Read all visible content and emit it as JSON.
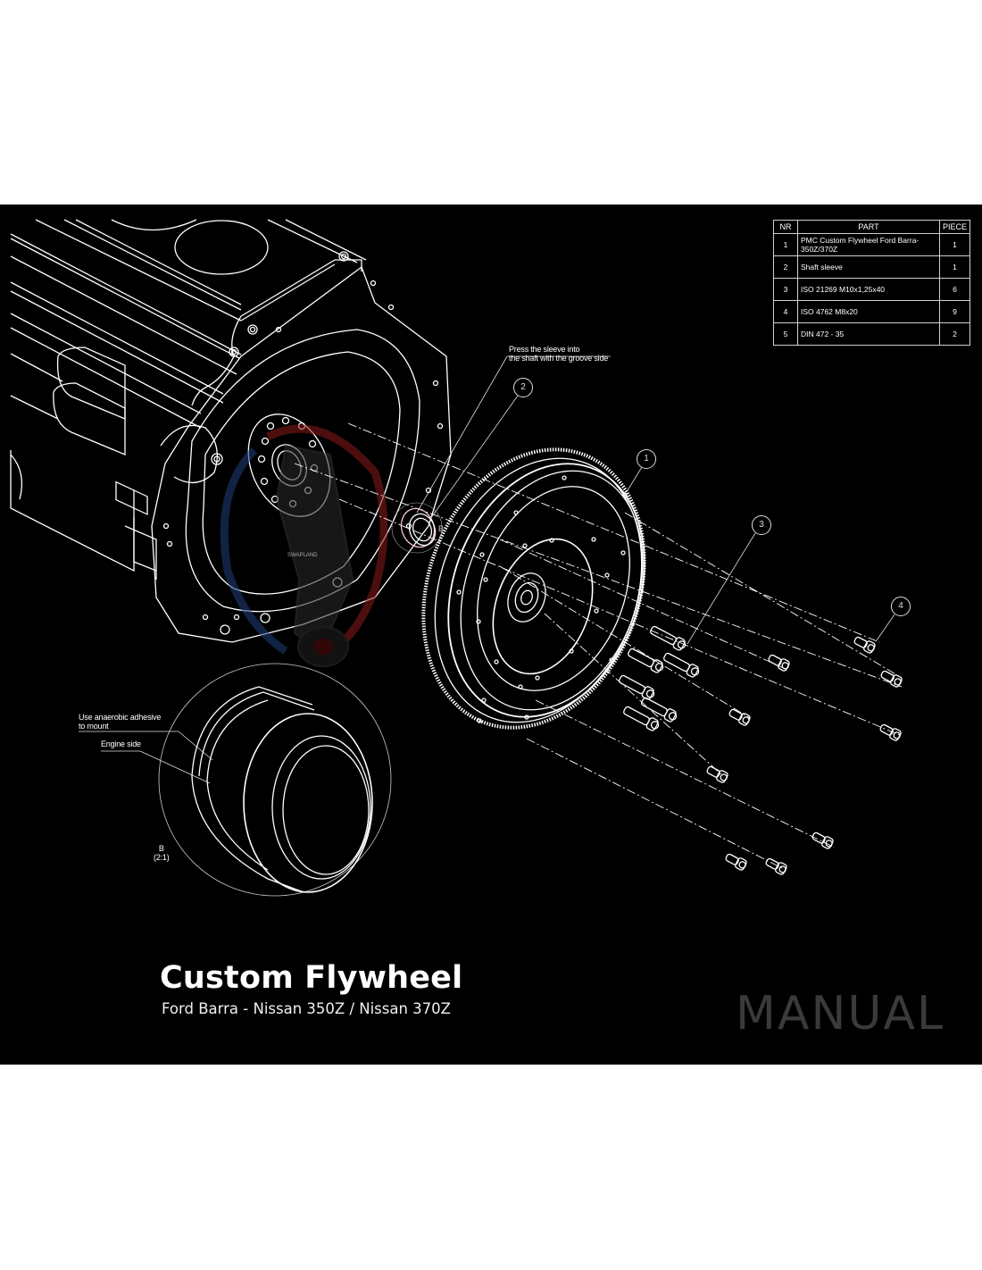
{
  "document": {
    "title": "Custom Flywheel",
    "subtitle": "Ford Barra - Nissan 350Z / Nissan 370Z",
    "badge": "MANUAL",
    "watermark": "SWAPLAND"
  },
  "parts_table": {
    "headers": [
      "NR",
      "PART",
      "PIECE"
    ],
    "rows": [
      {
        "nr": "1",
        "part": "PMC Custom Flywheel Ford Barra-350Z/370Z",
        "piece": "1"
      },
      {
        "nr": "2",
        "part": "Shaft sleeve",
        "piece": "1"
      },
      {
        "nr": "3",
        "part": "ISO 21269 M10x1,25x40",
        "piece": "6"
      },
      {
        "nr": "4",
        "part": "ISO 4762 M8x20",
        "piece": "9"
      },
      {
        "nr": "5",
        "part": "DIN 472 - 35",
        "piece": "2"
      }
    ]
  },
  "annotations": {
    "sleeve_note_line1": "Press the sleeve into",
    "sleeve_note_line2": "the shaft with the groove side",
    "adhesive_line1": "Use anaerobic adhesive",
    "adhesive_line2": "to mount",
    "engine_side": "Engine side",
    "detail_label": "B",
    "detail_scale": "(2:1)",
    "detail_ref": "B"
  },
  "balloons": [
    "1",
    "2",
    "3",
    "4"
  ],
  "colors": {
    "background": "#000000",
    "line": "#ffffff",
    "badge_text": "#3a3a3a",
    "watermark_red": "#8b1a1a",
    "watermark_blue": "#1f3f7a"
  }
}
